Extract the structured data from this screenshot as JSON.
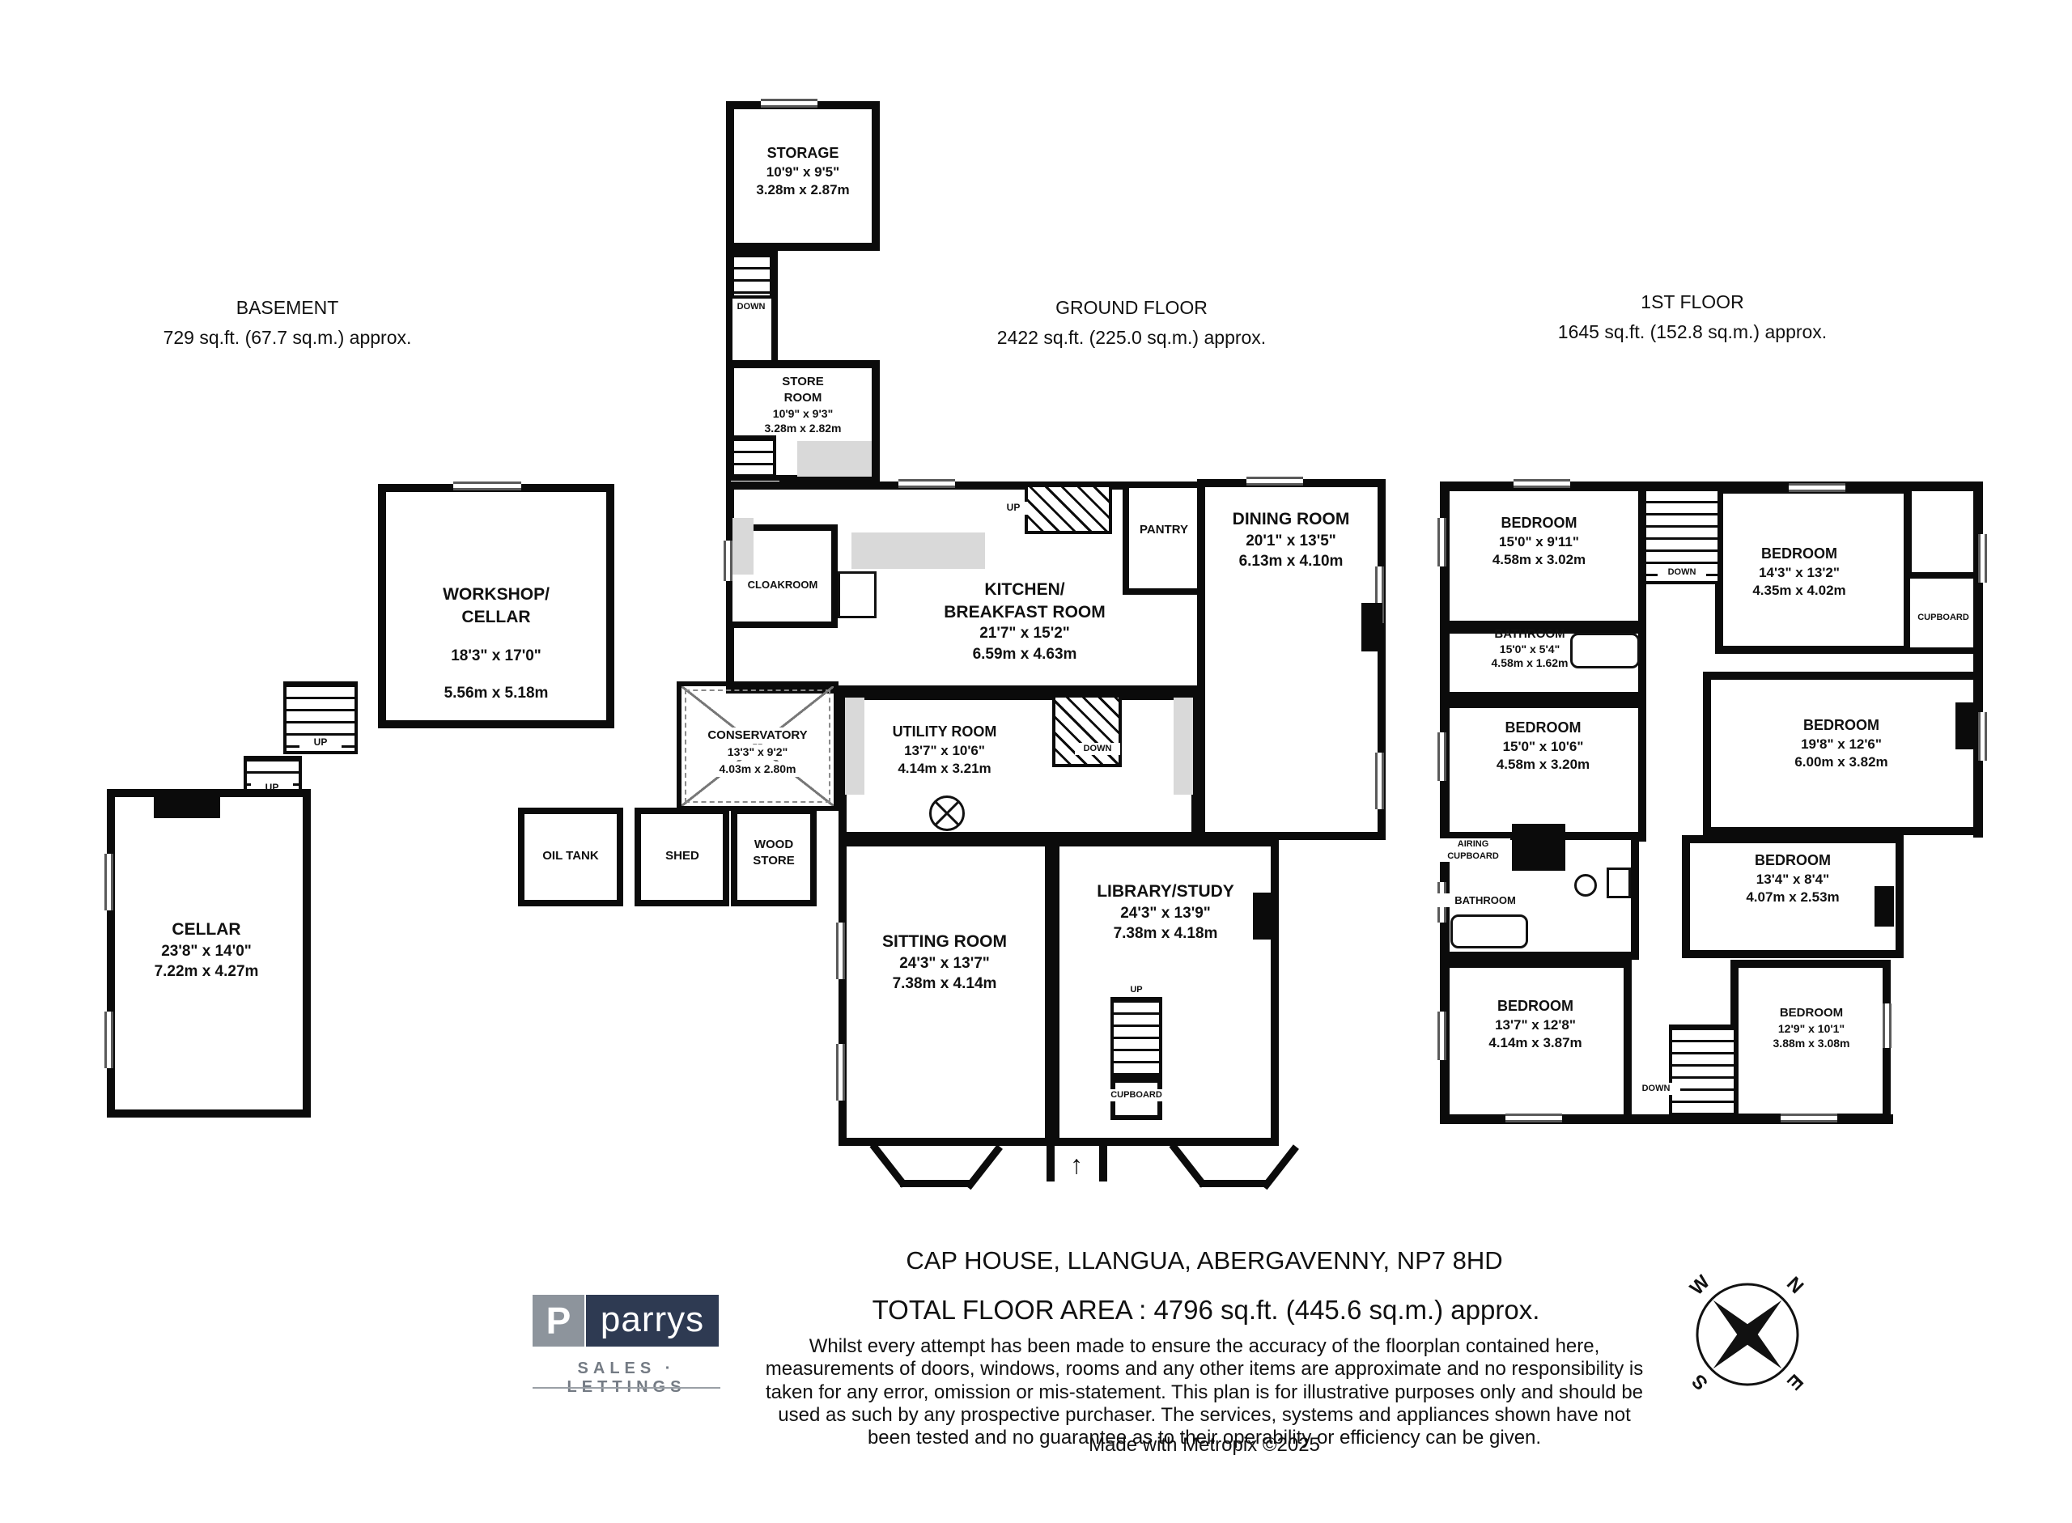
{
  "floors": {
    "basement": {
      "title": "BASEMENT",
      "area": "729 sq.ft. (67.7 sq.m.) approx."
    },
    "ground": {
      "title": "GROUND FLOOR",
      "area": "2422 sq.ft. (225.0 sq.m.) approx."
    },
    "first": {
      "title": "1ST FLOOR",
      "area": "1645 sq.ft. (152.8 sq.m.) approx."
    }
  },
  "rooms": {
    "storage": {
      "name": "STORAGE",
      "ft": "10'9\" x 9'5\"",
      "m": "3.28m x 2.87m"
    },
    "store_room": {
      "name": "STORE\nROOM",
      "ft": "10'9\" x 9'3\"",
      "m": "3.28m x 2.82m"
    },
    "workshop_cellar": {
      "name": "WORKSHOP/\nCELLAR",
      "ft": "18'3\" x 17'0\"",
      "m": "5.56m x 5.18m"
    },
    "cellar": {
      "name": "CELLAR",
      "ft": "23'8\" x 14'0\"",
      "m": "7.22m x 4.27m"
    },
    "cloakroom": {
      "name": "CLOAKROOM"
    },
    "kitchen": {
      "name": "KITCHEN/\nBREAKFAST ROOM",
      "ft": "21'7\" x 15'2\"",
      "m": "6.59m x 4.63m"
    },
    "pantry": {
      "name": "PANTRY"
    },
    "dining": {
      "name": "DINING ROOM",
      "ft": "20'1\" x 13'5\"",
      "m": "6.13m x 4.10m"
    },
    "conservatory": {
      "name": "CONSERVATORY",
      "ft": "13'3\" x 9'2\"",
      "m": "4.03m x 2.80m"
    },
    "utility": {
      "name": "UTILITY ROOM",
      "ft": "13'7\" x 10'6\"",
      "m": "4.14m x 3.21m"
    },
    "oil_tank": {
      "name": "OIL TANK"
    },
    "shed": {
      "name": "SHED"
    },
    "wood_store": {
      "name": "WOOD\nSTORE"
    },
    "sitting": {
      "name": "SITTING ROOM",
      "ft": "24'3\" x 13'7\"",
      "m": "7.38m x 4.14m"
    },
    "library": {
      "name": "LIBRARY/STUDY",
      "ft": "24'3\" x 13'9\"",
      "m": "7.38m x 4.18m"
    },
    "cupboard_ground": {
      "name": "CUPBOARD"
    },
    "bedroom1": {
      "name": "BEDROOM",
      "ft": "15'0\" x 9'11\"",
      "m": "4.58m x 3.02m"
    },
    "bedroom2": {
      "name": "BEDROOM",
      "ft": "14'3\" x 13'2\"",
      "m": "4.35m x 4.02m"
    },
    "cupboard_first": {
      "name": "CUPBOARD"
    },
    "bathroom1": {
      "name": "BATHROOM",
      "ft": "15'0\" x 5'4\"",
      "m": "4.58m x 1.62m"
    },
    "bedroom3": {
      "name": "BEDROOM",
      "ft": "15'0\" x 10'6\"",
      "m": "4.58m x 3.20m"
    },
    "bedroom4": {
      "name": "BEDROOM",
      "ft": "19'8\" x 12'6\"",
      "m": "6.00m x 3.82m"
    },
    "airing_cupboard": {
      "name": "AIRING\nCUPBOARD"
    },
    "bathroom2": {
      "name": "BATHROOM"
    },
    "bedroom5": {
      "name": "BEDROOM",
      "ft": "13'4\" x 8'4\"",
      "m": "4.07m x 2.53m"
    },
    "bedroom6": {
      "name": "BEDROOM",
      "ft": "13'7\" x 12'8\"",
      "m": "4.14m x 3.87m"
    },
    "bedroom7": {
      "name": "BEDROOM",
      "ft": "12'9\" x 10'1\"",
      "m": "3.88m x 3.08m"
    }
  },
  "labels": {
    "up": "UP",
    "down": "DOWN",
    "arrow_up": "↑",
    "arrow_down": "↓"
  },
  "footer": {
    "address": "CAP HOUSE, LLANGUA, ABERGAVENNY, NP7 8HD",
    "total_area": "TOTAL FLOOR AREA : 4796 sq.ft. (445.6 sq.m.) approx.",
    "disclaimer": "Whilst every attempt has been made to ensure the accuracy of the floorplan contained here, measurements of doors, windows, rooms and any other items are approximate and no responsibility is taken for any error, omission or mis-statement. This plan is for illustrative purposes only and should be used as such by any prospective purchaser. The services, systems and appliances shown have not been tested and no guarantee as to their operability or efficiency can be given.",
    "made_with": "Made with Metropix ©2025"
  },
  "logo": {
    "monogram": "P",
    "name": "parrys",
    "tagline": "SALES · LETTINGS"
  },
  "compass": {
    "n": "N",
    "e": "E",
    "s": "S",
    "w": "W"
  }
}
